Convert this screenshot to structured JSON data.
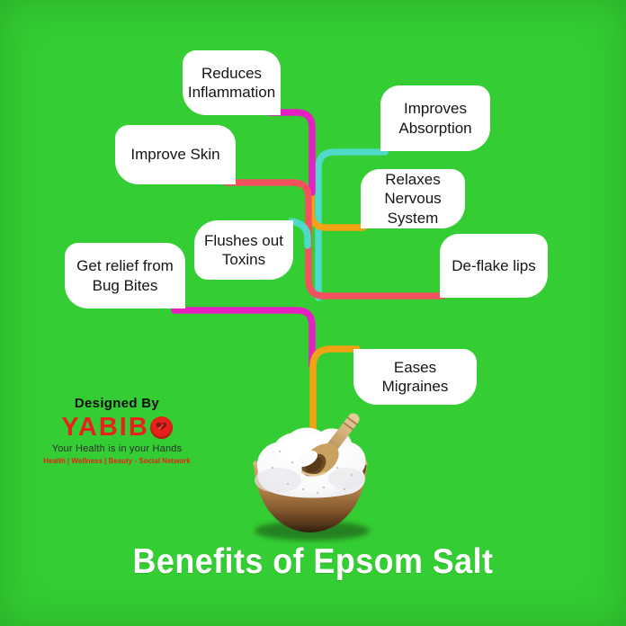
{
  "title": {
    "text": "Benefits of Epsom Salt"
  },
  "benefits": [
    {
      "label": "Reduces Inflammation",
      "connector_color": "#e51fc1"
    },
    {
      "label": "Improve Skin",
      "connector_color": "#f4515e"
    },
    {
      "label": "Improves Absorption",
      "connector_color": "#4edac7"
    },
    {
      "label": "Relaxes Nervous System",
      "connector_color": "#f1a313"
    },
    {
      "label": "Flushes out Toxins",
      "connector_color": "#4edac7"
    },
    {
      "label": "De-flake lips",
      "connector_color": "#f4515e"
    },
    {
      "label": "Get relief from Bug Bites",
      "connector_color": "#e51fc1"
    },
    {
      "label": "Eases Migraines",
      "connector_color": "#f1a313"
    }
  ],
  "logo": {
    "designed_by": "Designed By",
    "brand_prefix": "YABIB",
    "heart_glyph": "❤",
    "check_glyph": "✓",
    "tagline": "Your Health is in your Hands",
    "services": "Health | Wellness | Beauty - Social Network"
  },
  "colors": {
    "background": "#34cd33",
    "magenta": "#e51fc1",
    "red": "#f4515e",
    "cyan": "#4edac7",
    "orange": "#f1a313",
    "box_background": "#ffffff",
    "box_text": "#151515",
    "title_text": "#ffffff",
    "brand_red": "#e8211d"
  }
}
